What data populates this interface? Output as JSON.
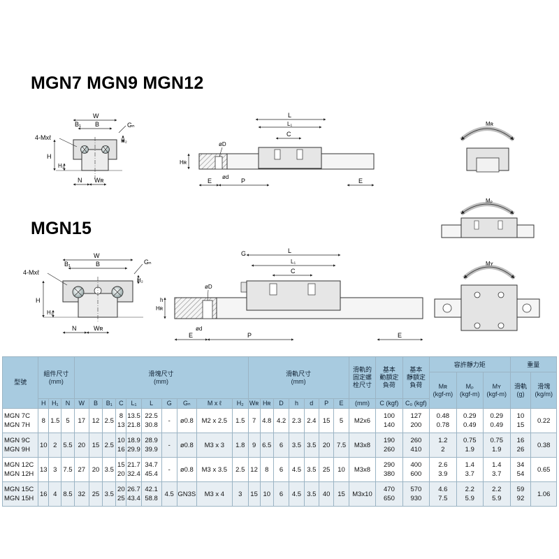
{
  "titles": {
    "top": "MGN7 MGN9 MGN12",
    "bottom": "MGN15"
  },
  "dim_labels": {
    "W": "W",
    "B": "B",
    "B1": "B₁",
    "Gn": "Gₙ",
    "H": "H",
    "H1": "H₁",
    "H2": "H₂",
    "N": "N",
    "WR": "Wʀ",
    "HR": "Hʀ",
    "L": "L",
    "L1": "L₁",
    "C": "C",
    "D": "øD",
    "d": "ød",
    "h": "h",
    "E": "E",
    "P": "P",
    "G": "G",
    "mounting": "4-Mxℓ",
    "MR": "Mʀ",
    "MP": "Mₚ",
    "MY": "Mʏ"
  },
  "table": {
    "header_top": {
      "model": "型號",
      "assembly": "組件尺寸",
      "assembly_unit": "(mm)",
      "block": "滑塊尺寸",
      "block_unit": "(mm)",
      "rail": "滑軌尺寸",
      "rail_unit": "(mm)",
      "bolt": "滑軌的\n固定螺\n栓尺寸",
      "bolt_unit": "(mm)",
      "dyn": "基本\n動額定\n負荷",
      "dyn_unit": "C (kgf)",
      "stat": "基本\n靜額定\n負荷",
      "stat_unit": "C₀ (kgf)",
      "moment": "容許靜力矩",
      "weight": "重量"
    },
    "header_sub": {
      "assembly": [
        "H",
        "H₁",
        "N"
      ],
      "block": [
        "W",
        "B",
        "B₁",
        "C",
        "L₁",
        "L",
        "G",
        "Gₙ",
        "M x ℓ",
        "H₂"
      ],
      "rail": [
        "Wʀ",
        "Hʀ",
        "D",
        "h",
        "d",
        "P",
        "E"
      ],
      "moment": [
        "Mʀ\n(kgf-m)",
        "Mₚ\n(kgf-m)",
        "Mʏ\n(kgf-m)"
      ],
      "weight": [
        "滑軌\n(g)",
        "滑塊\n(kg/m)"
      ]
    },
    "rows": [
      {
        "model": [
          "MGN 7C",
          "MGN 7H"
        ],
        "H": "8",
        "H1": "1.5",
        "N": "5",
        "W": "17",
        "B": "12",
        "B1": "2.5",
        "C": [
          "8",
          "13"
        ],
        "L1": [
          "13.5",
          "21.8"
        ],
        "L": [
          "22.5",
          "30.8"
        ],
        "G": "-",
        "Gn": "ø0.8",
        "Mxl": "M2 x 2.5",
        "H2": "1.5",
        "WR": "7",
        "HR": "4.8",
        "D": "4.2",
        "h": "2.3",
        "d": "2.4",
        "P": "15",
        "E": "5",
        "bolt": "M2x6",
        "C_dyn": [
          "100",
          "140"
        ],
        "C0": [
          "127",
          "200"
        ],
        "MR": [
          "0.48",
          "0.78"
        ],
        "MP": [
          "0.29",
          "0.49"
        ],
        "MY": [
          "0.29",
          "0.49"
        ],
        "w_block": [
          "10",
          "15"
        ],
        "w_rail": "0.22"
      },
      {
        "model": [
          "MGN 9C",
          "MGN 9H"
        ],
        "H": "10",
        "H1": "2",
        "N": "5.5",
        "W": "20",
        "B": "15",
        "B1": "2.5",
        "C": [
          "10",
          "16"
        ],
        "L1": [
          "18.9",
          "29.9"
        ],
        "L": [
          "28.9",
          "39.9"
        ],
        "G": "-",
        "Gn": "ø0.8",
        "Mxl": "M3 x 3",
        "H2": "1.8",
        "WR": "9",
        "HR": "6.5",
        "D": "6",
        "h": "3.5",
        "d": "3.5",
        "P": "20",
        "E": "7.5",
        "bolt": "M3x8",
        "C_dyn": [
          "190",
          "260"
        ],
        "C0": [
          "260",
          "410"
        ],
        "MR": [
          "1.2",
          "2"
        ],
        "MP": [
          "0.75",
          "1.9"
        ],
        "MY": [
          "0.75",
          "1.9"
        ],
        "w_block": [
          "16",
          "26"
        ],
        "w_rail": "0.38"
      },
      {
        "model": [
          "MGN 12C",
          "MGN 12H"
        ],
        "H": "13",
        "H1": "3",
        "N": "7.5",
        "W": "27",
        "B": "20",
        "B1": "3.5",
        "C": [
          "15",
          "20"
        ],
        "L1": [
          "21.7",
          "32.4"
        ],
        "L": [
          "34.7",
          "45.4"
        ],
        "G": "-",
        "Gn": "ø0.8",
        "Mxl": "M3 x 3.5",
        "H2": "2.5",
        "WR": "12",
        "HR": "8",
        "D": "6",
        "h": "4.5",
        "d": "3.5",
        "P": "25",
        "E": "10",
        "bolt": "M3x8",
        "C_dyn": [
          "290",
          "380"
        ],
        "C0": [
          "400",
          "600"
        ],
        "MR": [
          "2.6",
          "3.9"
        ],
        "MP": [
          "1.4",
          "3.7"
        ],
        "MY": [
          "1.4",
          "3.7"
        ],
        "w_block": [
          "34",
          "54"
        ],
        "w_rail": "0.65"
      },
      {
        "model": [
          "MGN 15C",
          "MGN 15H"
        ],
        "H": "16",
        "H1": "4",
        "N": "8.5",
        "W": "32",
        "B": "25",
        "B1": "3.5",
        "C": [
          "20",
          "25"
        ],
        "L1": [
          "26.7",
          "43.4"
        ],
        "L": [
          "42.1",
          "58.8"
        ],
        "G": "4.5",
        "Gn": "GN3S",
        "Mxl": "M3 x 4",
        "H2": "3",
        "WR": "15",
        "HR": "10",
        "D": "6",
        "h": "4.5",
        "d": "3.5",
        "P": "40",
        "E": "15",
        "bolt": "M3x10",
        "C_dyn": [
          "470",
          "650"
        ],
        "C0": [
          "570",
          "930"
        ],
        "MR": [
          "4.6",
          "7.5"
        ],
        "MP": [
          "2.2",
          "5.9"
        ],
        "MY": [
          "2.2",
          "5.9"
        ],
        "w_block": [
          "59",
          "92"
        ],
        "w_rail": "1.06"
      }
    ]
  }
}
